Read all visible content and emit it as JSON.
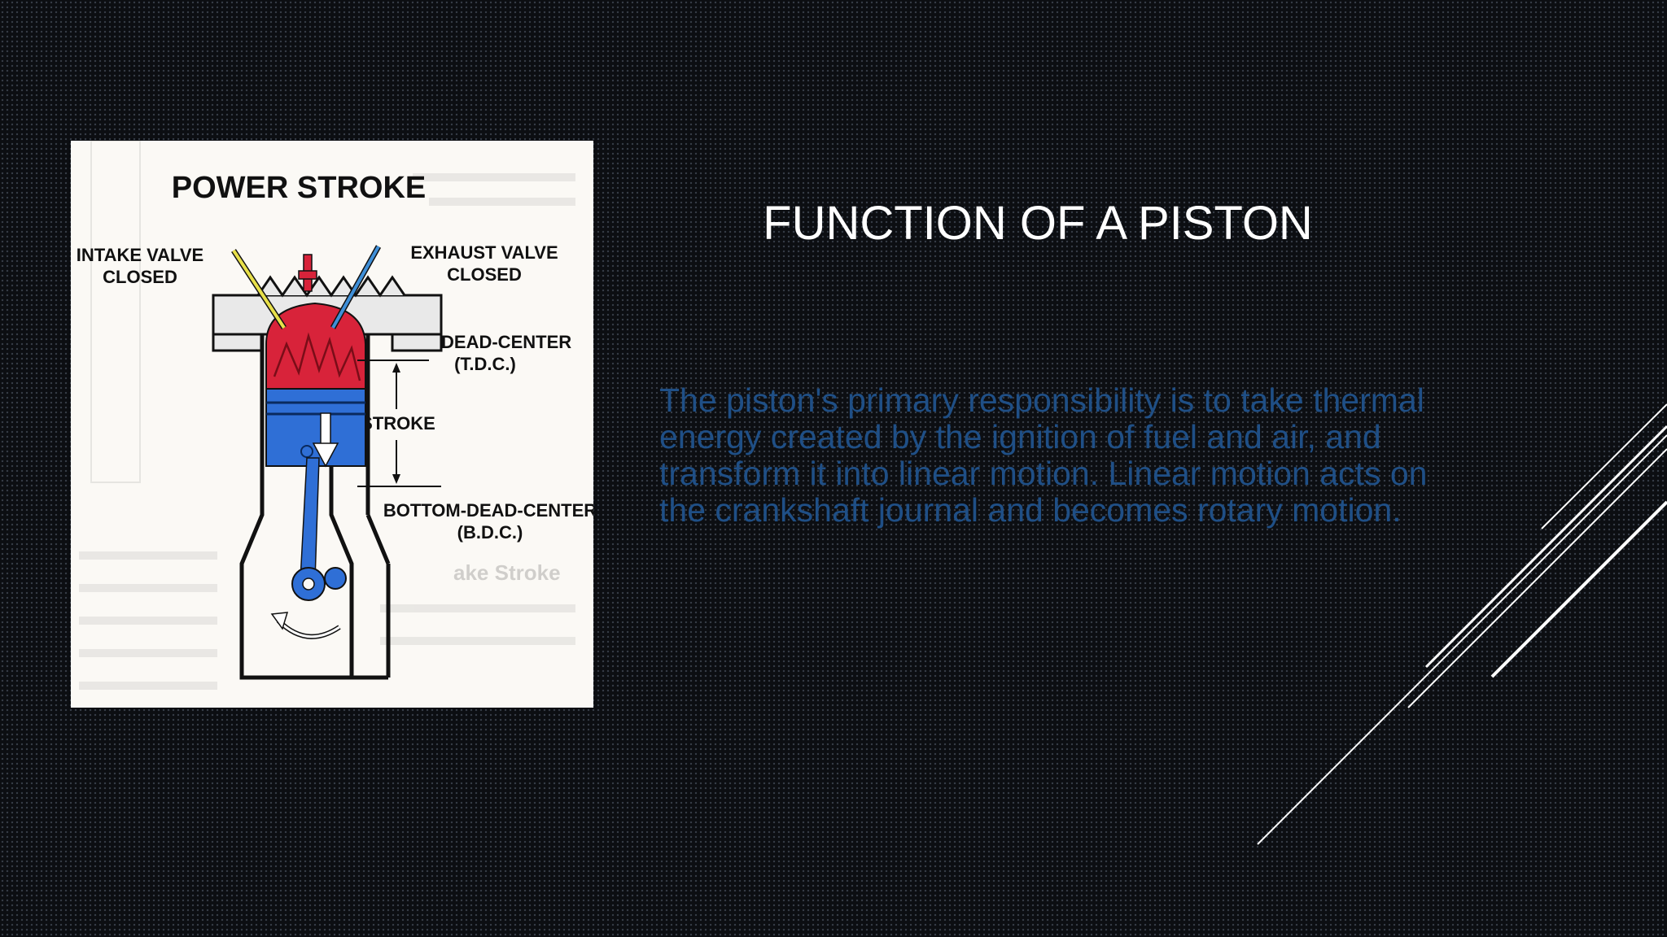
{
  "slide": {
    "title": "FUNCTION OF A PISTON",
    "body": "The piston's primary responsibility is to take thermal energy created by the ignition of fuel and air, and transform it into linear motion. Linear motion acts on the crankshaft journal and becomes rotary motion.",
    "body_color": "#1f4f86",
    "title_color": "#ffffff",
    "background_color": "#0c0e12"
  },
  "diagram": {
    "heading": "POWER STROKE",
    "intake_line1": "INTAKE VALVE",
    "intake_line2": "CLOSED",
    "exhaust_line1": "EXHAUST VALVE",
    "exhaust_line2": "CLOSED",
    "tdc_line1": "TOP-DEAD-CENTER",
    "tdc_line2": "(T.D.C.)",
    "stroke": "STROKE",
    "bdc_line1": "BOTTOM-DEAD-CENTER",
    "bdc_line2": "(B.D.C.)",
    "faint_text": "ake Stroke",
    "colors": {
      "combustion": "#d8233a",
      "piston": "#2f6fd6",
      "intake_valve": "#e8e04a",
      "exhaust_valve": "#3f8fd8",
      "crank": "#2f6fd6"
    }
  },
  "icons": {
    "decorative_lines": "diagonal-lines-icon",
    "down_arrow": "down-arrow-icon",
    "rotation_arrow": "rotation-arrow-icon"
  }
}
